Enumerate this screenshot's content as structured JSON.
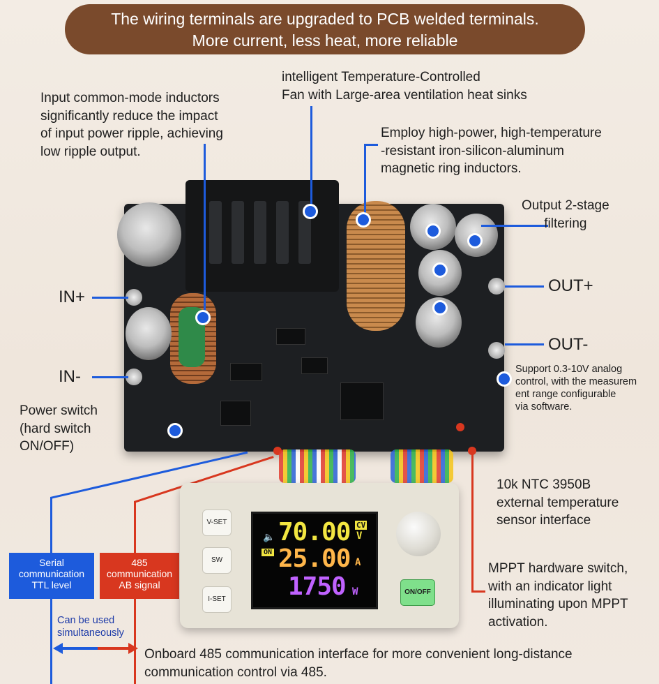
{
  "banner": {
    "line1": "The wiring terminals are upgraded to PCB welded terminals.",
    "line2": "More current, less heat, more reliable"
  },
  "annotations": {
    "fan": "intelligent Temperature-Controlled\nFan with Large-area ventilation heat sinks",
    "input_inductors": "Input common-mode inductors\nsignificantly reduce the impact\nof input power ripple, achieving\nlow ripple output.",
    "magnetic_ring": "Employ high-power, high-temperature\n-resistant iron-silicon-aluminum\nmagnetic ring inductors.",
    "output_filtering": "Output 2-stage\nfiltering",
    "analog_control": "Support 0.3-10V analog\ncontrol, with the measurem\nent range configurable\nvia software.",
    "power_switch": "Power switch\n(hard switch\nON/OFF)",
    "ntc_sensor": "10k NTC 3950B\n external temperature\nsensor interface",
    "mppt": "MPPT hardware switch,\nwith an indicator light\nilluminating upon MPPT\nactivation.",
    "onboard_485": "Onboard 485 communication interface for more convenient long-distance\ncommunication control via 485.",
    "simultaneous": "Can be used\nsimultaneously"
  },
  "terminals": {
    "in_plus": "IN+",
    "in_minus": "IN-",
    "out_plus": "OUT+",
    "out_minus": "OUT-"
  },
  "badges": {
    "serial": "Serial\ncommunication\nTTL level",
    "rs485": "485\ncommunication\nAB signal"
  },
  "panel": {
    "buttons": [
      "V-SET",
      "SW",
      "I-SET"
    ],
    "onoff": "ON/OFF",
    "voltage": "70.00",
    "voltage_unit": "V",
    "mode": "CV",
    "current": "25.00",
    "current_unit": "A",
    "power": "1750",
    "power_unit": "W",
    "on_indicator": "ON"
  },
  "colors": {
    "banner_bg": "#7a4a2c",
    "blue_callout": "#1d5bdc",
    "red_callout": "#d8371f",
    "voltage_color": "#f2e641",
    "current_color": "#ffb64a",
    "power_color": "#c062ff"
  }
}
